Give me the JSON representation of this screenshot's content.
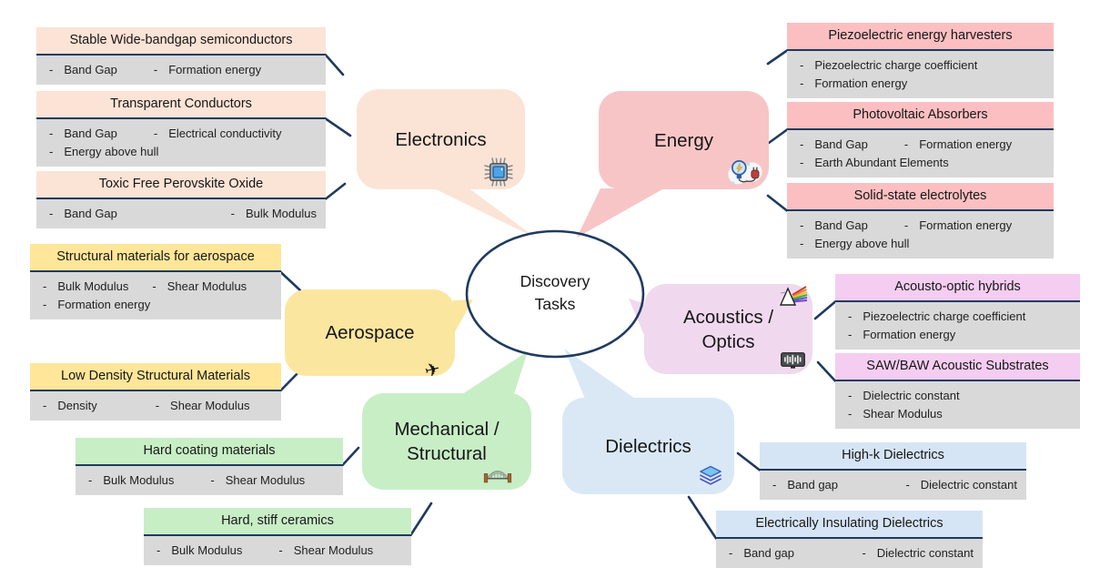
{
  "center": {
    "line1": "Discovery",
    "line2": "Tasks"
  },
  "palette": {
    "outline": "#1E3A5F",
    "properties_bg": "#D9D9D9",
    "electronics": "#FBE3D6",
    "energy_header": "#FBBFC1",
    "energy_bubble": "#F8C5C6",
    "aerospace_header": "#FFE699",
    "aerospace_bubble": "#FBE6A0",
    "acoustics_header": "#F4CDF1",
    "acoustics_bubble": "#F0D9EE",
    "mechanical": "#C8EEC6",
    "dielectrics_header": "#D6E5F5",
    "dielectrics_bubble": "#DAE8F6"
  },
  "categories": [
    {
      "id": "electronics",
      "label": "Electronics",
      "icons": [
        "chip-icon"
      ],
      "tasks": [
        {
          "title": "Stable Wide-bandgap semiconductors",
          "props": [
            "Band Gap",
            "Formation energy"
          ]
        },
        {
          "title": "Transparent Conductors",
          "props": [
            "Band Gap",
            "Electrical conductivity",
            "Energy above hull"
          ]
        },
        {
          "title": "Toxic Free Perovskite Oxide",
          "props": [
            "Band Gap",
            "Bulk Modulus"
          ]
        }
      ]
    },
    {
      "id": "energy",
      "label": "Energy",
      "icons": [
        "bulb-plug-icon"
      ],
      "tasks": [
        {
          "title": "Piezoelectric energy harvesters",
          "props": [
            "Piezoelectric charge coefficient",
            "Formation energy"
          ]
        },
        {
          "title": "Photovoltaic Absorbers",
          "props": [
            "Band Gap",
            "Formation energy",
            "Earth Abundant Elements"
          ]
        },
        {
          "title": "Solid-state electrolytes",
          "props": [
            "Band Gap",
            "Formation energy",
            "Energy above hull"
          ]
        }
      ]
    },
    {
      "id": "aerospace",
      "label": "Aerospace",
      "icons": [
        "airplane-icon"
      ],
      "tasks": [
        {
          "title": "Structural materials for aerospace",
          "props": [
            "Bulk Modulus",
            "Shear Modulus",
            "Formation energy"
          ]
        },
        {
          "title": "Low Density Structural Materials",
          "props": [
            "Density",
            "Shear Modulus"
          ]
        }
      ]
    },
    {
      "id": "acoustics-optics",
      "label": "Acoustics /",
      "label2": "Optics",
      "icons": [
        "prism-icon",
        "waveform-icon"
      ],
      "tasks": [
        {
          "title": "Acousto-optic hybrids",
          "props": [
            "Piezoelectric charge coefficient",
            "Formation energy"
          ]
        },
        {
          "title": "SAW/BAW Acoustic Substrates",
          "props": [
            "Dielectric constant",
            "Shear Modulus"
          ]
        }
      ]
    },
    {
      "id": "mechanical-structural",
      "label": "Mechanical /",
      "label2": "Structural",
      "icons": [
        "bridge-icon"
      ],
      "tasks": [
        {
          "title": "Hard coating materials",
          "props": [
            "Bulk Modulus",
            "Shear Modulus"
          ]
        },
        {
          "title": "Hard, stiff ceramics",
          "props": [
            "Bulk Modulus",
            "Shear Modulus"
          ]
        }
      ]
    },
    {
      "id": "dielectrics",
      "label": "Dielectrics",
      "icons": [
        "layers-icon"
      ],
      "tasks": [
        {
          "title": "High-k Dielectrics",
          "props": [
            "Band gap",
            "Dielectric constant"
          ]
        },
        {
          "title": "Electrically Insulating Dielectrics",
          "props": [
            "Band gap",
            "Dielectric constant"
          ]
        }
      ]
    }
  ]
}
